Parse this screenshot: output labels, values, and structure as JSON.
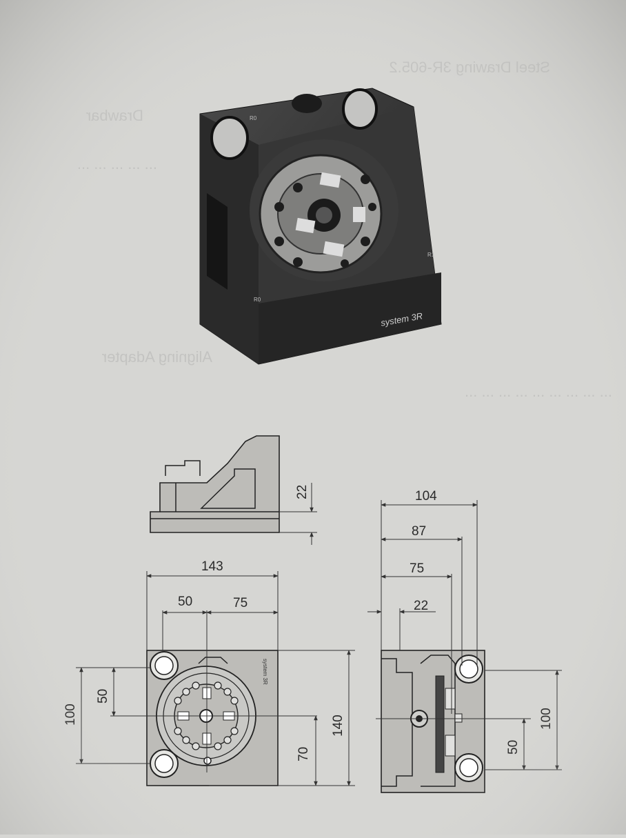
{
  "background_text": {
    "line1": "Steel Drawing 3R-605.2",
    "line2": "Drawbar",
    "line3": "... ... ... ... ...",
    "line4": "Aligning Adapter",
    "line5": "... ... ... ... ... ... ... ... ..."
  },
  "photo": {
    "brand": "system 3R",
    "marks": [
      "R0",
      "R0",
      "R1"
    ]
  },
  "side_view": {
    "dim_22": "22"
  },
  "front_view": {
    "dim_143": "143",
    "dim_50_top": "50",
    "dim_75_top": "75",
    "dim_100_left": "100",
    "dim_50_left": "50",
    "dim_70": "70",
    "dim_140": "140",
    "label_text": "system 3R"
  },
  "end_view": {
    "dim_104": "104",
    "dim_87": "87",
    "dim_75": "75",
    "dim_22": "22",
    "dim_100_right": "100",
    "dim_50_right": "50"
  },
  "colors": {
    "paper": "#d6d6d3",
    "ink": "#222222",
    "part_dark": "#2e2e2e",
    "fill_grey": "#bdbcb8"
  }
}
